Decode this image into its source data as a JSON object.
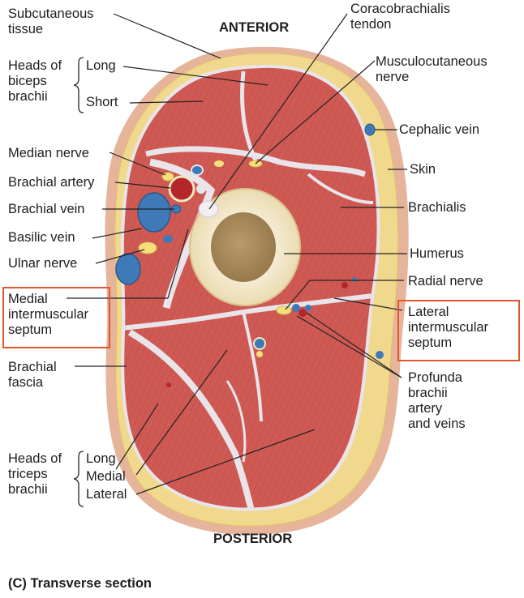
{
  "orientation": {
    "anterior": "ANTERIOR",
    "posterior": "POSTERIOR"
  },
  "caption": "(C) Transverse section",
  "labels": {
    "subcutaneous_tissue": [
      "Subcutaneous",
      "tissue"
    ],
    "heads_biceps": [
      "Heads of",
      "biceps",
      "brachii"
    ],
    "biceps_long": "Long",
    "biceps_short": "Short",
    "median_nerve": "Median nerve",
    "brachial_artery": "Brachial artery",
    "brachial_vein": "Brachial vein",
    "basilic_vein": "Basilic vein",
    "ulnar_nerve": "Ulnar nerve",
    "medial_septum": [
      "Medial",
      "intermuscular",
      "septum"
    ],
    "brachial_fascia": [
      "Brachial",
      "fascia"
    ],
    "heads_triceps": [
      "Heads of",
      "triceps",
      "brachii"
    ],
    "triceps_long": "Long",
    "triceps_medial": "Medial",
    "triceps_lateral": "Lateral",
    "coracobrachialis_tendon": [
      "Coracobrachialis",
      "tendon"
    ],
    "musculocutaneous_nerve": [
      "Musculocutaneous",
      "nerve"
    ],
    "cephalic_vein": "Cephalic vein",
    "skin": "Skin",
    "brachialis": "Brachialis",
    "humerus": "Humerus",
    "radial_nerve": "Radial nerve",
    "lateral_septum": [
      "Lateral",
      "intermuscular",
      "septum"
    ],
    "profunda": [
      "Profunda",
      "brachii",
      "artery",
      "and veins"
    ]
  },
  "colors": {
    "skin": "#e6b49a",
    "subcutaneous_fat": "#f0d98c",
    "muscle": "#cf5a54",
    "fascia": "#e9e4ea",
    "bone_cortex": "#f1e6c4",
    "bone_marrow": "#a88a5c",
    "artery": "#b5262a",
    "vein": "#3f79b8",
    "nerve": "#f5df7a",
    "highlight_box": "#e0572f",
    "leader_line": "#222222"
  }
}
